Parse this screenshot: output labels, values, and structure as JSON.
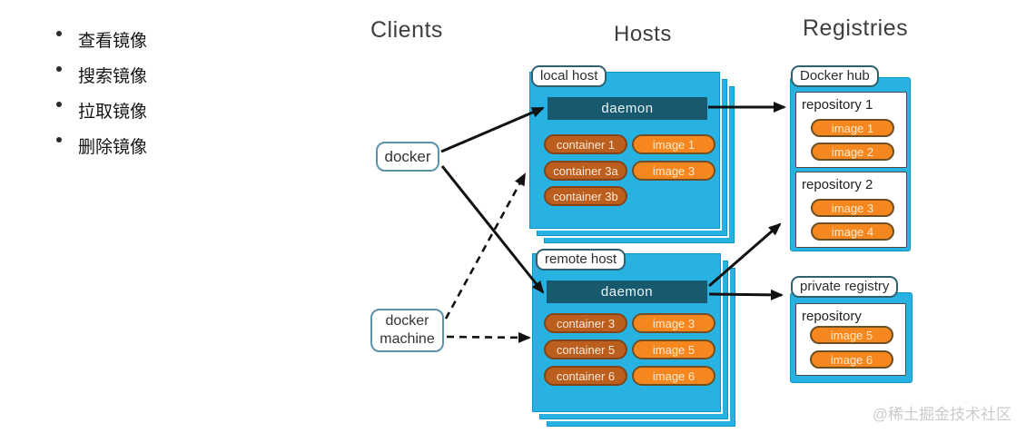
{
  "notes": {
    "items": [
      "查看镜像",
      "搜索镜像",
      "拉取镜像",
      "删除镜像"
    ]
  },
  "headers": {
    "clients": "Clients",
    "hosts": "Hosts",
    "registries": "Registries"
  },
  "clients": {
    "docker": "docker",
    "docker_machine": {
      "line1": "docker",
      "line2": "machine"
    }
  },
  "hosts": {
    "local": {
      "label": "local host",
      "daemon": "daemon",
      "containers": [
        "container 1",
        "container 3a",
        "container 3b"
      ],
      "images": [
        "image 1",
        "image 3"
      ]
    },
    "remote": {
      "label": "remote host",
      "daemon": "daemon",
      "containers": [
        "container 3",
        "container 5",
        "container 6"
      ],
      "images": [
        "image 3",
        "image 5",
        "image 6"
      ]
    }
  },
  "registries": {
    "docker_hub": {
      "label": "Docker hub",
      "repositories": [
        {
          "name": "repository 1",
          "images": [
            "image 1",
            "image 2"
          ]
        },
        {
          "name": "repository 2",
          "images": [
            "image 3",
            "image 4"
          ]
        }
      ]
    },
    "private": {
      "label": "private registry",
      "repositories": [
        {
          "name": "repository",
          "images": [
            "image 5",
            "image 6"
          ]
        }
      ]
    }
  },
  "watermark": "@稀土掘金技术社区",
  "colors": {
    "host_fill": "#27b2e2",
    "daemon_fill": "#175a70",
    "container_fill": "#bc5e1e",
    "image_fill": "#f6871e",
    "arrow": "#111111"
  }
}
